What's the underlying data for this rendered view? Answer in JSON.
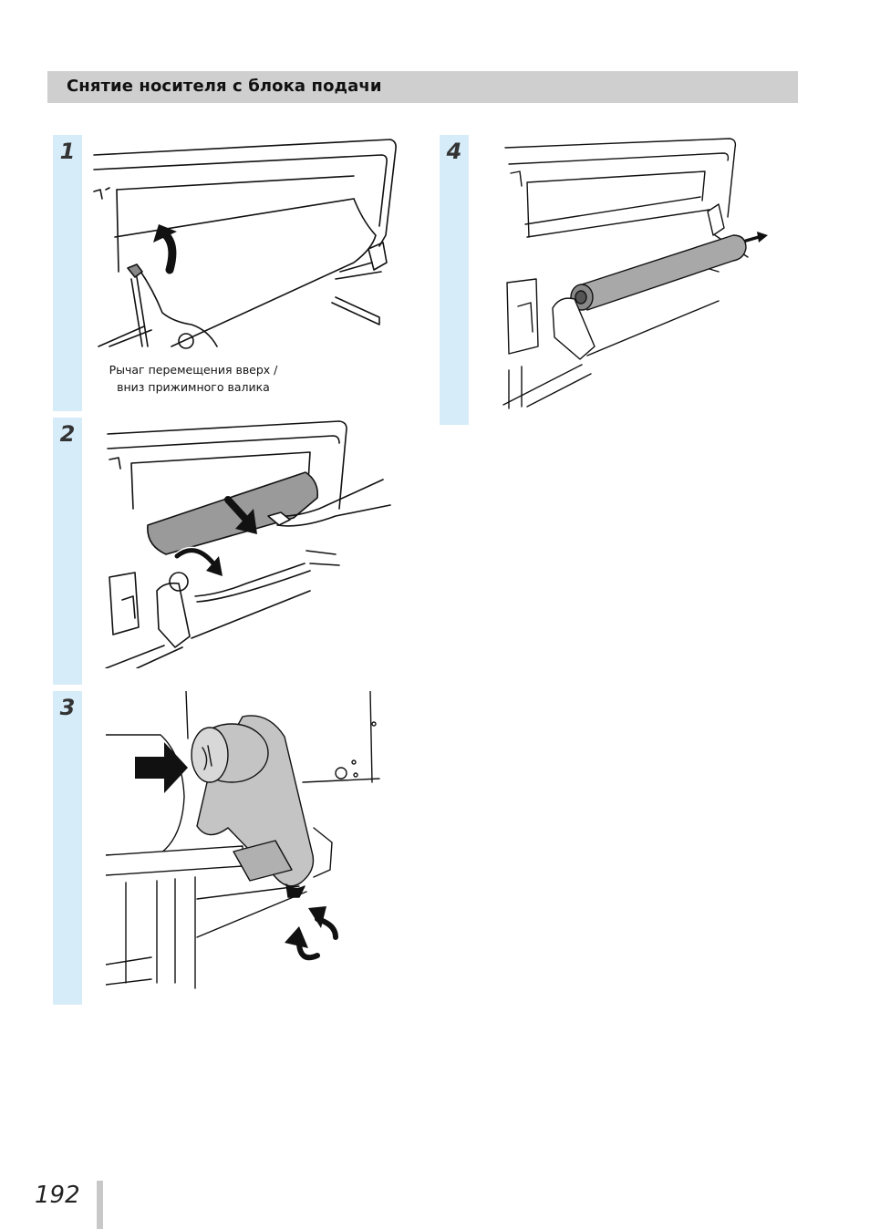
{
  "header": {
    "title": "Снятие носителя с блока подачи"
  },
  "steps": [
    {
      "number": "1",
      "callout": [
        "Рычаг перемещения вверх /",
        "вниз прижимного валика"
      ]
    },
    {
      "number": "2"
    },
    {
      "number": "3"
    },
    {
      "number": "4"
    }
  ],
  "footer": {
    "page_number": "192"
  },
  "colors": {
    "header_bg": "#cfcfcf",
    "step_bar": "#d6ecf8",
    "media_gray": "#9a9a9a",
    "part_gray": "#c4c4c4"
  }
}
